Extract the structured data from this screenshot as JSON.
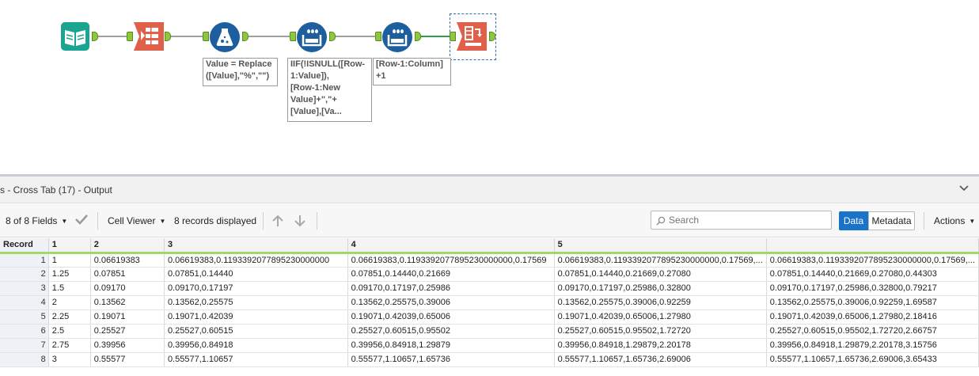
{
  "annotations": {
    "formula": "Value = Replace\n([Value],\"%\",\"\")",
    "multirow1": "IIF(!ISNULL([Row-\n1:Value]),\n[Row-1:New\nValue]+\",\"+\n[Value],[Va...",
    "multirow2": "[Row-1:Column]\n+1"
  },
  "panel": {
    "title": "s - Cross Tab (17) - Output",
    "collapse_icon": "chevron-down-icon"
  },
  "toolbar": {
    "fields": "8 of 8 Fields",
    "cell_viewer": "Cell Viewer",
    "records": "8 records displayed",
    "search_placeholder": "Search",
    "data_label": "Data",
    "metadata_label": "Metadata",
    "actions_label": "Actions"
  },
  "colors": {
    "accent": "#1a73c9",
    "connector": "#8dc63f",
    "header_underline": "#a5d66c"
  },
  "grid": {
    "columns": [
      "Record",
      "1",
      "2",
      "3",
      "4",
      "5"
    ],
    "rows": [
      [
        "1",
        "1",
        "0.06619383",
        "0.06619383,0.1193392077895230000000",
        "0.06619383,0.1193392077895230000000,0.17569",
        "0.06619383,0.1193392077895230000000,0.17569,...",
        "0.06619383,0.1193392077895230000000,0.17569,..."
      ],
      [
        "2",
        "1.25",
        "0.07851",
        "0.07851,0.14440",
        "0.07851,0.14440,0.21669",
        "0.07851,0.14440,0.21669,0.27080",
        "0.07851,0.14440,0.21669,0.27080,0.44303"
      ],
      [
        "3",
        "1.5",
        "0.09170",
        "0.09170,0.17197",
        "0.09170,0.17197,0.25986",
        "0.09170,0.17197,0.25986,0.32800",
        "0.09170,0.17197,0.25986,0.32800,0.79217"
      ],
      [
        "4",
        "2",
        "0.13562",
        "0.13562,0.25575",
        "0.13562,0.25575,0.39006",
        "0.13562,0.25575,0.39006,0.92259",
        "0.13562,0.25575,0.39006,0.92259,1.69587"
      ],
      [
        "5",
        "2.25",
        "0.19071",
        "0.19071,0.42039",
        "0.19071,0.42039,0.65006",
        "0.19071,0.42039,0.65006,1.27980",
        "0.19071,0.42039,0.65006,1.27980,2.18416"
      ],
      [
        "6",
        "2.5",
        "0.25527",
        "0.25527,0.60515",
        "0.25527,0.60515,0.95502",
        "0.25527,0.60515,0.95502,1.72720",
        "0.25527,0.60515,0.95502,1.72720,2.66757"
      ],
      [
        "7",
        "2.75",
        "0.39956",
        "0.39956,0.84918",
        "0.39956,0.84918,1.29879",
        "0.39956,0.84918,1.29879,2.20178",
        "0.39956,0.84918,1.29879,2.20178,3.15756"
      ],
      [
        "8",
        "3",
        "0.55577",
        "0.55577,1.10657",
        "0.55577,1.10657,1.65736",
        "0.55577,1.10657,1.65736,2.69006",
        "0.55577,1.10657,1.65736,2.69006,3.65433"
      ]
    ]
  }
}
